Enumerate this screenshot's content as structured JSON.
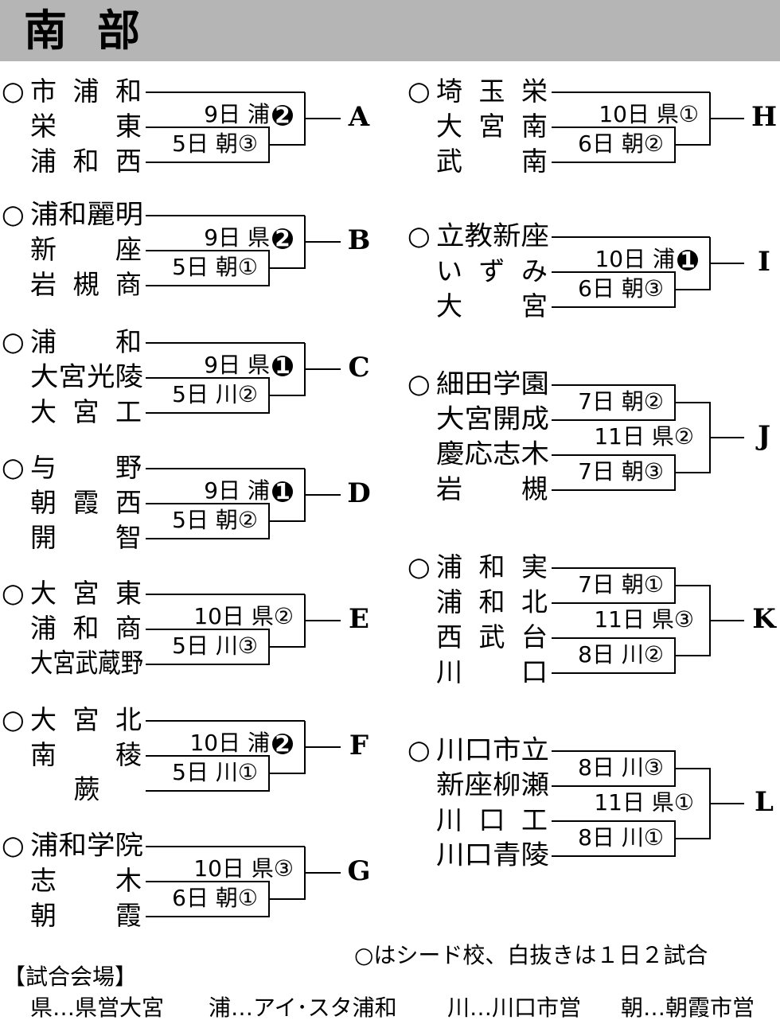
{
  "header": {
    "title": "南部"
  },
  "brackets": [
    {
      "letter": "A",
      "teams": [
        {
          "seed": true,
          "name": "市浦和"
        },
        {
          "seed": false,
          "name": "栄東"
        },
        {
          "seed": false,
          "name": "浦和西"
        }
      ],
      "first": [
        "5日 朝③"
      ],
      "final": "9日 浦",
      "final_num": "2",
      "final_solid": true
    },
    {
      "letter": "B",
      "teams": [
        {
          "seed": true,
          "name": "浦和麗明"
        },
        {
          "seed": false,
          "name": "新座"
        },
        {
          "seed": false,
          "name": "岩槻商"
        }
      ],
      "first": [
        "5日 朝①"
      ],
      "final": "9日 県",
      "final_num": "2",
      "final_solid": true
    },
    {
      "letter": "C",
      "teams": [
        {
          "seed": true,
          "name": "浦和"
        },
        {
          "seed": false,
          "name": "大宮光陵"
        },
        {
          "seed": false,
          "name": "大宮工"
        }
      ],
      "first": [
        "5日 川②"
      ],
      "final": "9日 県",
      "final_num": "1",
      "final_solid": true
    },
    {
      "letter": "D",
      "teams": [
        {
          "seed": true,
          "name": "与野"
        },
        {
          "seed": false,
          "name": "朝霞西"
        },
        {
          "seed": false,
          "name": "開智"
        }
      ],
      "first": [
        "5日 朝②"
      ],
      "final": "9日 浦",
      "final_num": "1",
      "final_solid": true
    },
    {
      "letter": "E",
      "teams": [
        {
          "seed": true,
          "name": "大宮東"
        },
        {
          "seed": false,
          "name": "浦和商"
        },
        {
          "seed": false,
          "name": "大宮武蔵野"
        }
      ],
      "first": [
        "5日 川③"
      ],
      "final": "10日 県②",
      "final_num": "",
      "final_solid": false
    },
    {
      "letter": "F",
      "teams": [
        {
          "seed": true,
          "name": "大宮北"
        },
        {
          "seed": false,
          "name": "南稜"
        },
        {
          "seed": false,
          "name": "蕨"
        }
      ],
      "first": [
        "5日 川①"
      ],
      "final": "10日 浦",
      "final_num": "2",
      "final_solid": true
    },
    {
      "letter": "G",
      "teams": [
        {
          "seed": true,
          "name": "浦和学院"
        },
        {
          "seed": false,
          "name": "志木"
        },
        {
          "seed": false,
          "name": "朝霞"
        }
      ],
      "first": [
        "6日 朝①"
      ],
      "final": "10日 県③",
      "final_num": "",
      "final_solid": false
    },
    {
      "letter": "H",
      "teams": [
        {
          "seed": true,
          "name": "埼玉栄"
        },
        {
          "seed": false,
          "name": "大宮南"
        },
        {
          "seed": false,
          "name": "武南"
        }
      ],
      "first": [
        "6日 朝②"
      ],
      "final": "10日 県①",
      "final_num": "",
      "final_solid": false
    },
    {
      "letter": "I",
      "teams": [
        {
          "seed": true,
          "name": "立教新座"
        },
        {
          "seed": false,
          "name": "いずみ"
        },
        {
          "seed": false,
          "name": "大宮"
        }
      ],
      "first": [
        "6日 朝③"
      ],
      "final": "10日 浦",
      "final_num": "1",
      "final_solid": true
    },
    {
      "letter": "J",
      "teams": [
        {
          "seed": true,
          "name": "細田学園"
        },
        {
          "seed": false,
          "name": "大宮開成"
        },
        {
          "seed": false,
          "name": "慶応志木"
        },
        {
          "seed": false,
          "name": "岩槻"
        }
      ],
      "first": [
        "7日 朝②",
        "7日 朝③"
      ],
      "final": "11日 県②",
      "final_num": "",
      "final_solid": false
    },
    {
      "letter": "K",
      "teams": [
        {
          "seed": true,
          "name": "浦和実"
        },
        {
          "seed": false,
          "name": "浦和北"
        },
        {
          "seed": false,
          "name": "西武台"
        },
        {
          "seed": false,
          "name": "川口"
        }
      ],
      "first": [
        "7日 朝①",
        "8日 川②"
      ],
      "final": "11日 県③",
      "final_num": "",
      "final_solid": false
    },
    {
      "letter": "L",
      "teams": [
        {
          "seed": true,
          "name": "川口市立"
        },
        {
          "seed": false,
          "name": "新座柳瀬"
        },
        {
          "seed": false,
          "name": "川口工"
        },
        {
          "seed": false,
          "name": "川口青陵"
        }
      ],
      "first": [
        "8日 川③",
        "8日 川①"
      ],
      "final": "11日 県①",
      "final_num": "",
      "final_solid": false
    }
  ],
  "seed_mark": "○",
  "legend_note": "○はシード校、白抜きは１日２試合",
  "venue": {
    "heading": "【試合会場】",
    "items": [
      "県…県営大宮",
      "浦…アイ･スタ浦和",
      "川…川口市営",
      "朝…朝霞市営"
    ]
  }
}
